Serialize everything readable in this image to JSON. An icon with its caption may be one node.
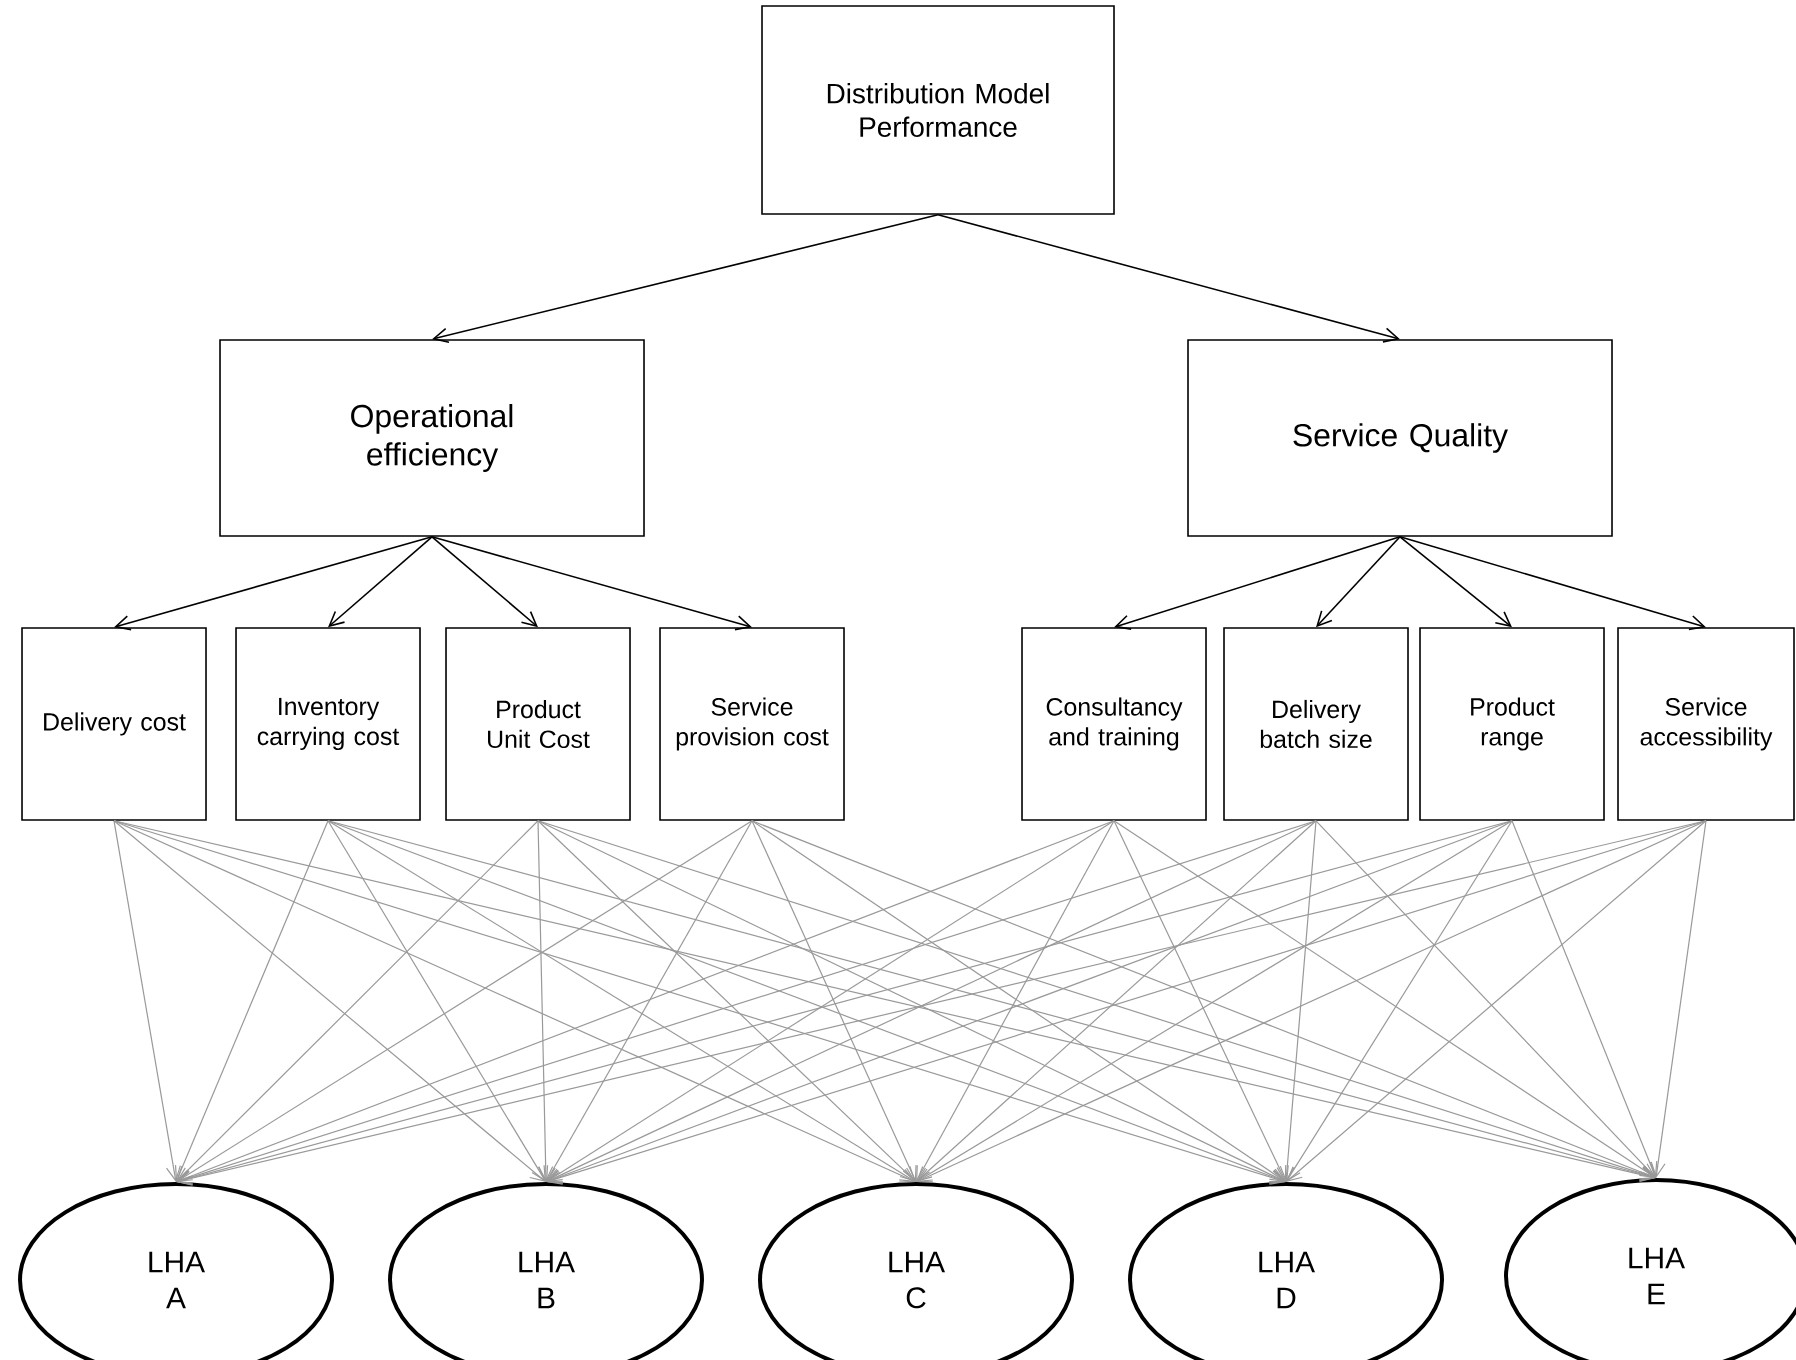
{
  "diagram": {
    "nodes": [
      {
        "text": [
          "Distribution Model Performance"
        ]
      },
      {
        "text": [
          "Operational efficiency"
        ]
      },
      {
        "text": [
          "Service Quality"
        ]
      },
      {
        "text": [
          "Delivery cost"
        ]
      },
      {
        "text": [
          "Inventory carrying cost"
        ]
      },
      {
        "text": [
          "Product Unit Cost"
        ]
      },
      {
        "text": [
          "Service provision cost"
        ]
      },
      {
        "text": [
          "Consultancy and training"
        ]
      },
      {
        "text": [
          "Delivery batch size"
        ]
      },
      {
        "text": [
          "Product range"
        ]
      },
      {
        "text": [
          "Service accessibility"
        ]
      },
      {
        "text": [
          "LHA A"
        ]
      },
      {
        "text": [
          "LHA B"
        ]
      },
      {
        "text": [
          "LHA C"
        ]
      },
      {
        "text": [
          "LHA D"
        ]
      },
      {
        "text": [
          "LHA E"
        ]
      }
    ],
    "edges": [
      {
        "from": 0,
        "to": 1,
        "arrow": "to",
        "color": "#000000"
      },
      {
        "from": 0,
        "to": 2,
        "arrow": "to",
        "color": "#000000"
      },
      {
        "from": 1,
        "to": 3,
        "arrow": "to",
        "color": "#000000"
      },
      {
        "from": 1,
        "to": 4,
        "arrow": "to",
        "color": "#000000"
      },
      {
        "from": 1,
        "to": 5,
        "arrow": "to",
        "color": "#000000"
      },
      {
        "from": 1,
        "to": 6,
        "arrow": "to",
        "color": "#000000"
      },
      {
        "from": 2,
        "to": 7,
        "arrow": "to",
        "color": "#000000"
      },
      {
        "from": 2,
        "to": 8,
        "arrow": "to",
        "color": "#000000"
      },
      {
        "from": 2,
        "to": 9,
        "arrow": "to",
        "color": "#000000"
      },
      {
        "from": 2,
        "to": 10,
        "arrow": "to",
        "color": "#000000"
      },
      {
        "from": 3,
        "to": 11,
        "arrow": "to"
      },
      {
        "from": 3,
        "to": 12,
        "arrow": "to"
      },
      {
        "from": 3,
        "to": 13,
        "arrow": "to"
      },
      {
        "from": 3,
        "to": 14,
        "arrow": "to"
      },
      {
        "from": 3,
        "to": 15,
        "arrow": "to"
      },
      {
        "from": 4,
        "to": 11,
        "arrow": "to"
      },
      {
        "from": 4,
        "to": 12,
        "arrow": "to"
      },
      {
        "from": 4,
        "to": 13,
        "arrow": "to"
      },
      {
        "from": 4,
        "to": 14,
        "arrow": "to"
      },
      {
        "from": 4,
        "to": 15,
        "arrow": "to"
      },
      {
        "from": 5,
        "to": 11,
        "arrow": "to"
      },
      {
        "from": 5,
        "to": 12,
        "arrow": "to"
      },
      {
        "from": 5,
        "to": 13,
        "arrow": "to"
      },
      {
        "from": 5,
        "to": 14,
        "arrow": "to"
      },
      {
        "from": 5,
        "to": 15,
        "arrow": "to"
      },
      {
        "from": 6,
        "to": 11,
        "arrow": "to"
      },
      {
        "from": 6,
        "to": 12,
        "arrow": "to"
      },
      {
        "from": 6,
        "to": 13,
        "arrow": "to"
      },
      {
        "from": 6,
        "to": 14,
        "arrow": "to"
      },
      {
        "from": 6,
        "to": 15,
        "arrow": "to"
      },
      {
        "from": 7,
        "to": 11,
        "arrow": "to"
      },
      {
        "from": 7,
        "to": 12,
        "arrow": "to"
      },
      {
        "from": 7,
        "to": 13,
        "arrow": "to"
      },
      {
        "from": 7,
        "to": 14,
        "arrow": "to"
      },
      {
        "from": 7,
        "to": 15,
        "arrow": "to"
      },
      {
        "from": 8,
        "to": 11,
        "arrow": "to"
      },
      {
        "from": 8,
        "to": 12,
        "arrow": "to"
      },
      {
        "from": 8,
        "to": 13,
        "arrow": "to"
      },
      {
        "from": 8,
        "to": 14,
        "arrow": "to"
      },
      {
        "from": 8,
        "to": 15,
        "arrow": "to"
      },
      {
        "from": 9,
        "to": 11,
        "arrow": "to"
      },
      {
        "from": 9,
        "to": 12,
        "arrow": "to"
      },
      {
        "from": 9,
        "to": 13,
        "arrow": "to"
      },
      {
        "from": 9,
        "to": 14,
        "arrow": "to"
      },
      {
        "from": 9,
        "to": 15,
        "arrow": "to"
      },
      {
        "from": 10,
        "to": 11,
        "arrow": "to"
      },
      {
        "from": 10,
        "to": 12,
        "arrow": "to"
      },
      {
        "from": 10,
        "to": 13,
        "arrow": "to"
      },
      {
        "from": 10,
        "to": 14,
        "arrow": "to"
      },
      {
        "from": 10,
        "to": 15,
        "arrow": "to"
      }
    ]
  }
}
